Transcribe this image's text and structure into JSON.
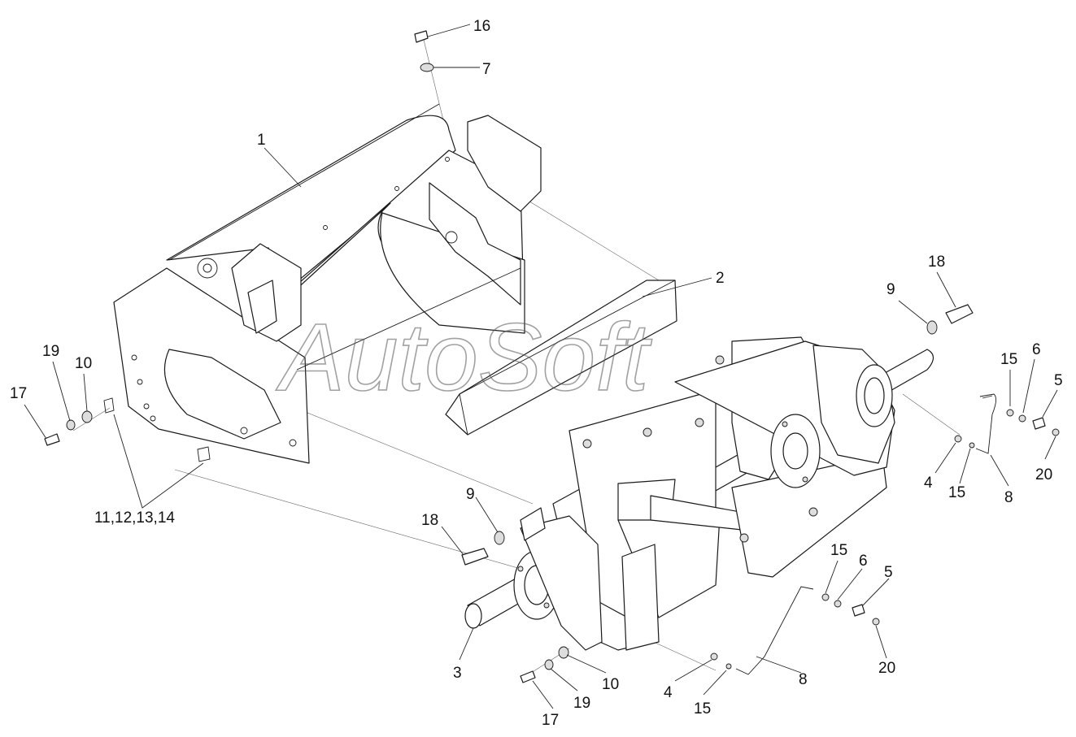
{
  "watermark": "AutoSoft",
  "callouts": [
    {
      "id": "c16",
      "label": "16"
    },
    {
      "id": "c7",
      "label": "7"
    },
    {
      "id": "c1",
      "label": "1"
    },
    {
      "id": "c2",
      "label": "2"
    },
    {
      "id": "c18a",
      "label": "18"
    },
    {
      "id": "c9a",
      "label": "9"
    },
    {
      "id": "c15a",
      "label": "15"
    },
    {
      "id": "c6a",
      "label": "6"
    },
    {
      "id": "c5a",
      "label": "5"
    },
    {
      "id": "c4a",
      "label": "4"
    },
    {
      "id": "c15b",
      "label": "15"
    },
    {
      "id": "c20a",
      "label": "20"
    },
    {
      "id": "c8a",
      "label": "8"
    },
    {
      "id": "c17a",
      "label": "17"
    },
    {
      "id": "c19a",
      "label": "19"
    },
    {
      "id": "c10a",
      "label": "10"
    },
    {
      "id": "c11",
      "label": "11,12,13,14"
    },
    {
      "id": "c9b",
      "label": "9"
    },
    {
      "id": "c18b",
      "label": "18"
    },
    {
      "id": "c15c",
      "label": "15"
    },
    {
      "id": "c6b",
      "label": "6"
    },
    {
      "id": "c5b",
      "label": "5"
    },
    {
      "id": "c20b",
      "label": "20"
    },
    {
      "id": "c3",
      "label": "3"
    },
    {
      "id": "c10b",
      "label": "10"
    },
    {
      "id": "c4b",
      "label": "4"
    },
    {
      "id": "c8b",
      "label": "8"
    },
    {
      "id": "c19b",
      "label": "19"
    },
    {
      "id": "c17b",
      "label": "17"
    },
    {
      "id": "c15d",
      "label": "15"
    }
  ]
}
